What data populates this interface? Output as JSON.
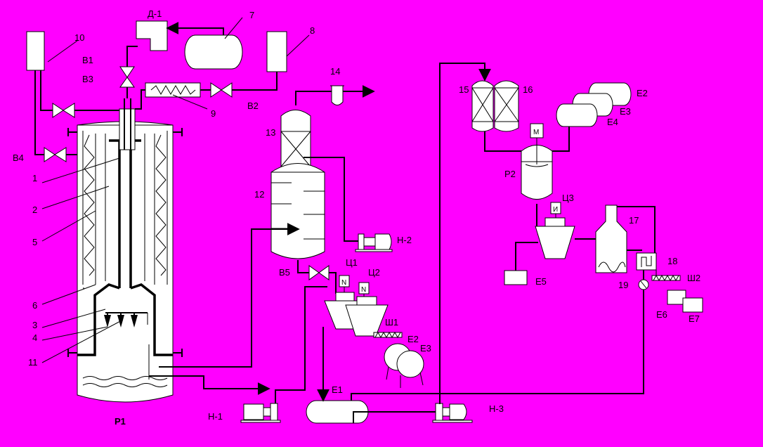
{
  "diagram": {
    "background": "#ff00ff",
    "equipment_labels": {
      "d1": "Д-1",
      "n7": "7",
      "n8": "8",
      "n9": "9",
      "n10": "10",
      "v1": "B1",
      "v2": "B2",
      "v3": "B3",
      "v4": "B4",
      "v5": "B5",
      "n14": "14",
      "n13": "13",
      "n12": "12",
      "n15": "15",
      "n16": "16",
      "e2a": "E2",
      "e3a": "E3",
      "e4": "E4",
      "r2": "P2",
      "ts3": "Ц3",
      "ts1": "Ц1",
      "ts2": "Ц2",
      "n17": "17",
      "n18": "18",
      "n19": "19",
      "e5": "E5",
      "sh2": "Ш2",
      "e6": "E6",
      "e7": "E7",
      "h2": "H-2",
      "sh1": "Ш1",
      "e2b": "E2",
      "e3b": "E3",
      "e1": "E1",
      "h1": "H-1",
      "h3": "H-3",
      "r1": "P1",
      "n1": "1",
      "n2": "2",
      "n5": "5",
      "n6": "6",
      "n3": "3",
      "n4": "4",
      "n11": "11"
    },
    "motor_labels": {
      "motor_m": "M",
      "motor_i": "И",
      "motor_n1": "N",
      "motor_n2": "N"
    }
  }
}
